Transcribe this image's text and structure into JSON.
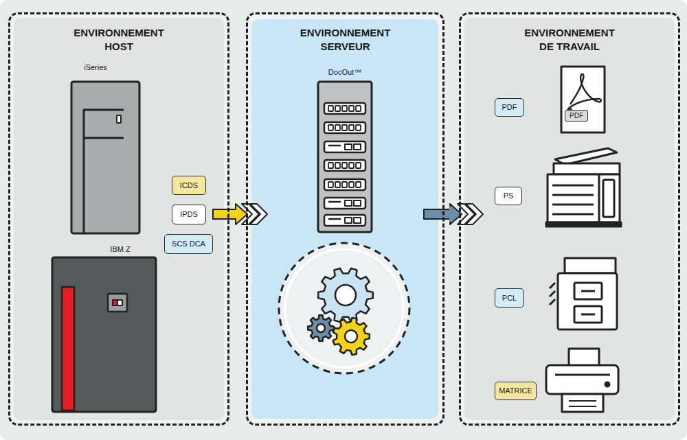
{
  "diagram": {
    "nodes": [
      {
        "text": [
          "ENVIRONNEMENT HOST"
        ]
      },
      {
        "text": [
          "ICDS"
        ],
        "in": 0
      },
      {
        "text": [
          "IPDS"
        ],
        "in": 0
      },
      {
        "text": [
          "SCS DCA"
        ],
        "in": 0
      },
      {
        "text": [
          "ENVIRONNEMENT SERVEUR"
        ]
      },
      {
        "text": [
          "ENVIRONNEMENT DE TRAVAIL"
        ]
      },
      {
        "text": [
          "PDF"
        ],
        "in": 5
      },
      {
        "text": [
          "PS"
        ],
        "in": 5
      },
      {
        "text": [
          "PCL"
        ],
        "in": 5
      },
      {
        "text": [
          "MATRICE"
        ],
        "in": 5
      }
    ],
    "edges": [
      {
        "from": 0,
        "to": 4,
        "arrow": "to"
      },
      {
        "from": 4,
        "to": 5,
        "arrow": "to"
      }
    ],
    "labels": [
      "iSeries",
      "IBM Z",
      "DocOut™",
      "PDF"
    ]
  }
}
